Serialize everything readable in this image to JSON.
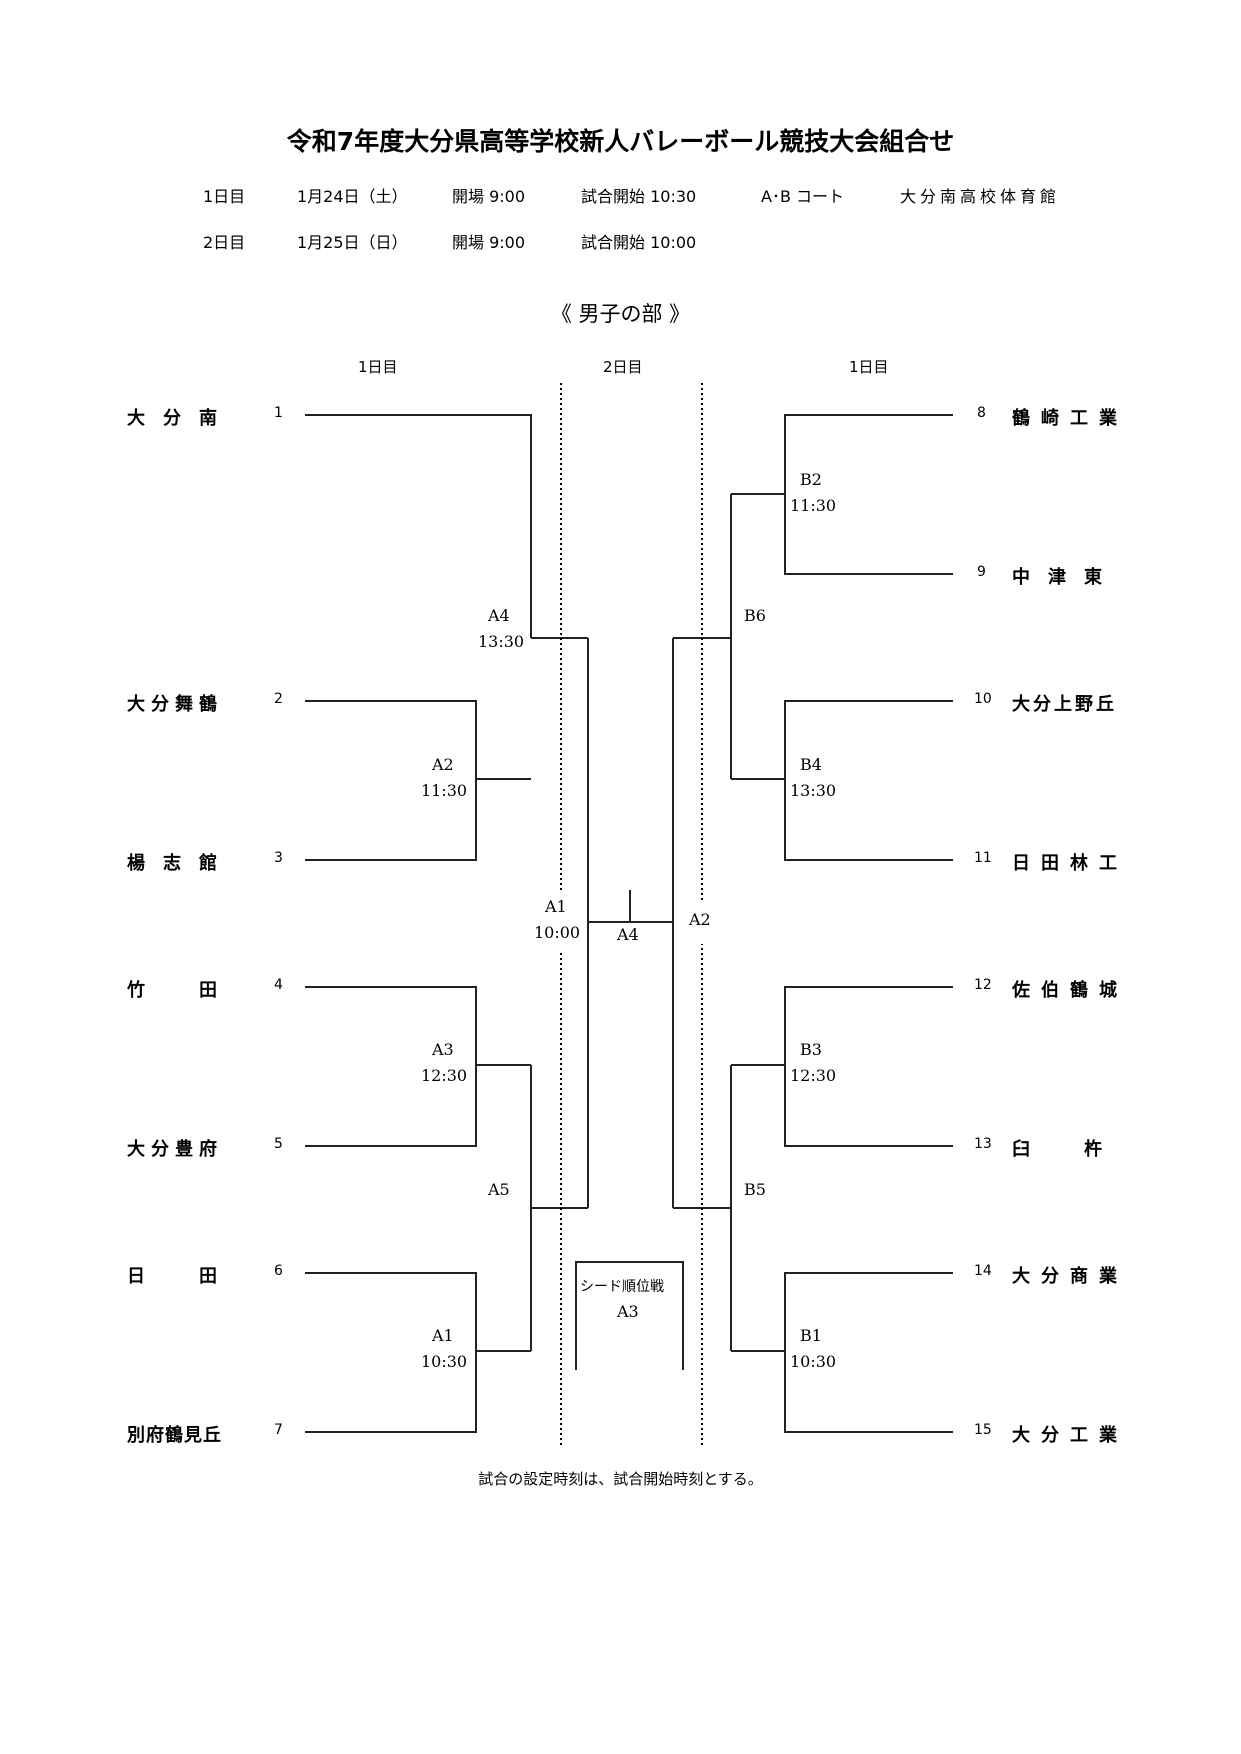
{
  "title": "令和7年度大分県高等学校新人バレーボール競技大会組合せ",
  "schedule": [
    {
      "day": "1日目",
      "date": "1月24日（土）",
      "open": "開場 9:00",
      "start": "試合開始 10:30",
      "court": "A･B コート",
      "venue": "大分南高校体育館"
    },
    {
      "day": "2日目",
      "date": "1月25日（日）",
      "open": "開場 9:00",
      "start": "試合開始 10:00",
      "court": "",
      "venue": ""
    }
  ],
  "division": "《 男子の部 》",
  "day_headers": {
    "left": "1日目",
    "center": "2日目",
    "right": "1日目"
  },
  "left_teams": [
    {
      "seed": "1",
      "name": "大　分　南"
    },
    {
      "seed": "2",
      "name": "大分舞鶴"
    },
    {
      "seed": "3",
      "name": "楊　志　館"
    },
    {
      "seed": "4",
      "name": "竹　　　田"
    },
    {
      "seed": "5",
      "name": "大分豊府"
    },
    {
      "seed": "6",
      "name": "日　　　田"
    },
    {
      "seed": "7",
      "name": "別府鶴見丘"
    }
  ],
  "right_teams": [
    {
      "seed": "8",
      "name": "鶴崎工業"
    },
    {
      "seed": "9",
      "name": "中　津　東"
    },
    {
      "seed": "10",
      "name": "大分上野丘"
    },
    {
      "seed": "11",
      "name": "日田林工"
    },
    {
      "seed": "12",
      "name": "佐伯鶴城"
    },
    {
      "seed": "13",
      "name": "臼　　　杵"
    },
    {
      "seed": "14",
      "name": "大分商業"
    },
    {
      "seed": "15",
      "name": "大分工業"
    }
  ],
  "matches": {
    "A2": {
      "label": "A2",
      "time": "11:30"
    },
    "A4": {
      "label": "A4",
      "time": "13:30"
    },
    "A3": {
      "label": "A3",
      "time": "12:30"
    },
    "A1": {
      "label": "A1",
      "time": "10:30"
    },
    "A5": {
      "label": "A5",
      "time": ""
    },
    "B2": {
      "label": "B2",
      "time": "11:30"
    },
    "B4": {
      "label": "B4",
      "time": "13:30"
    },
    "B6": {
      "label": "B6",
      "time": ""
    },
    "B3": {
      "label": "B3",
      "time": "12:30"
    },
    "B1": {
      "label": "B1",
      "time": "10:30"
    },
    "B5": {
      "label": "B5",
      "time": ""
    },
    "SF_left": {
      "label": "A1",
      "time": "10:00"
    },
    "SF_right": {
      "label": "A2",
      "time": ""
    },
    "Final": {
      "label": "A4",
      "time": ""
    }
  },
  "seed_playoff": {
    "title": "シード順位戦",
    "court": "A3"
  },
  "note": "試合の設定時刻は、試合開始時刻とする。"
}
